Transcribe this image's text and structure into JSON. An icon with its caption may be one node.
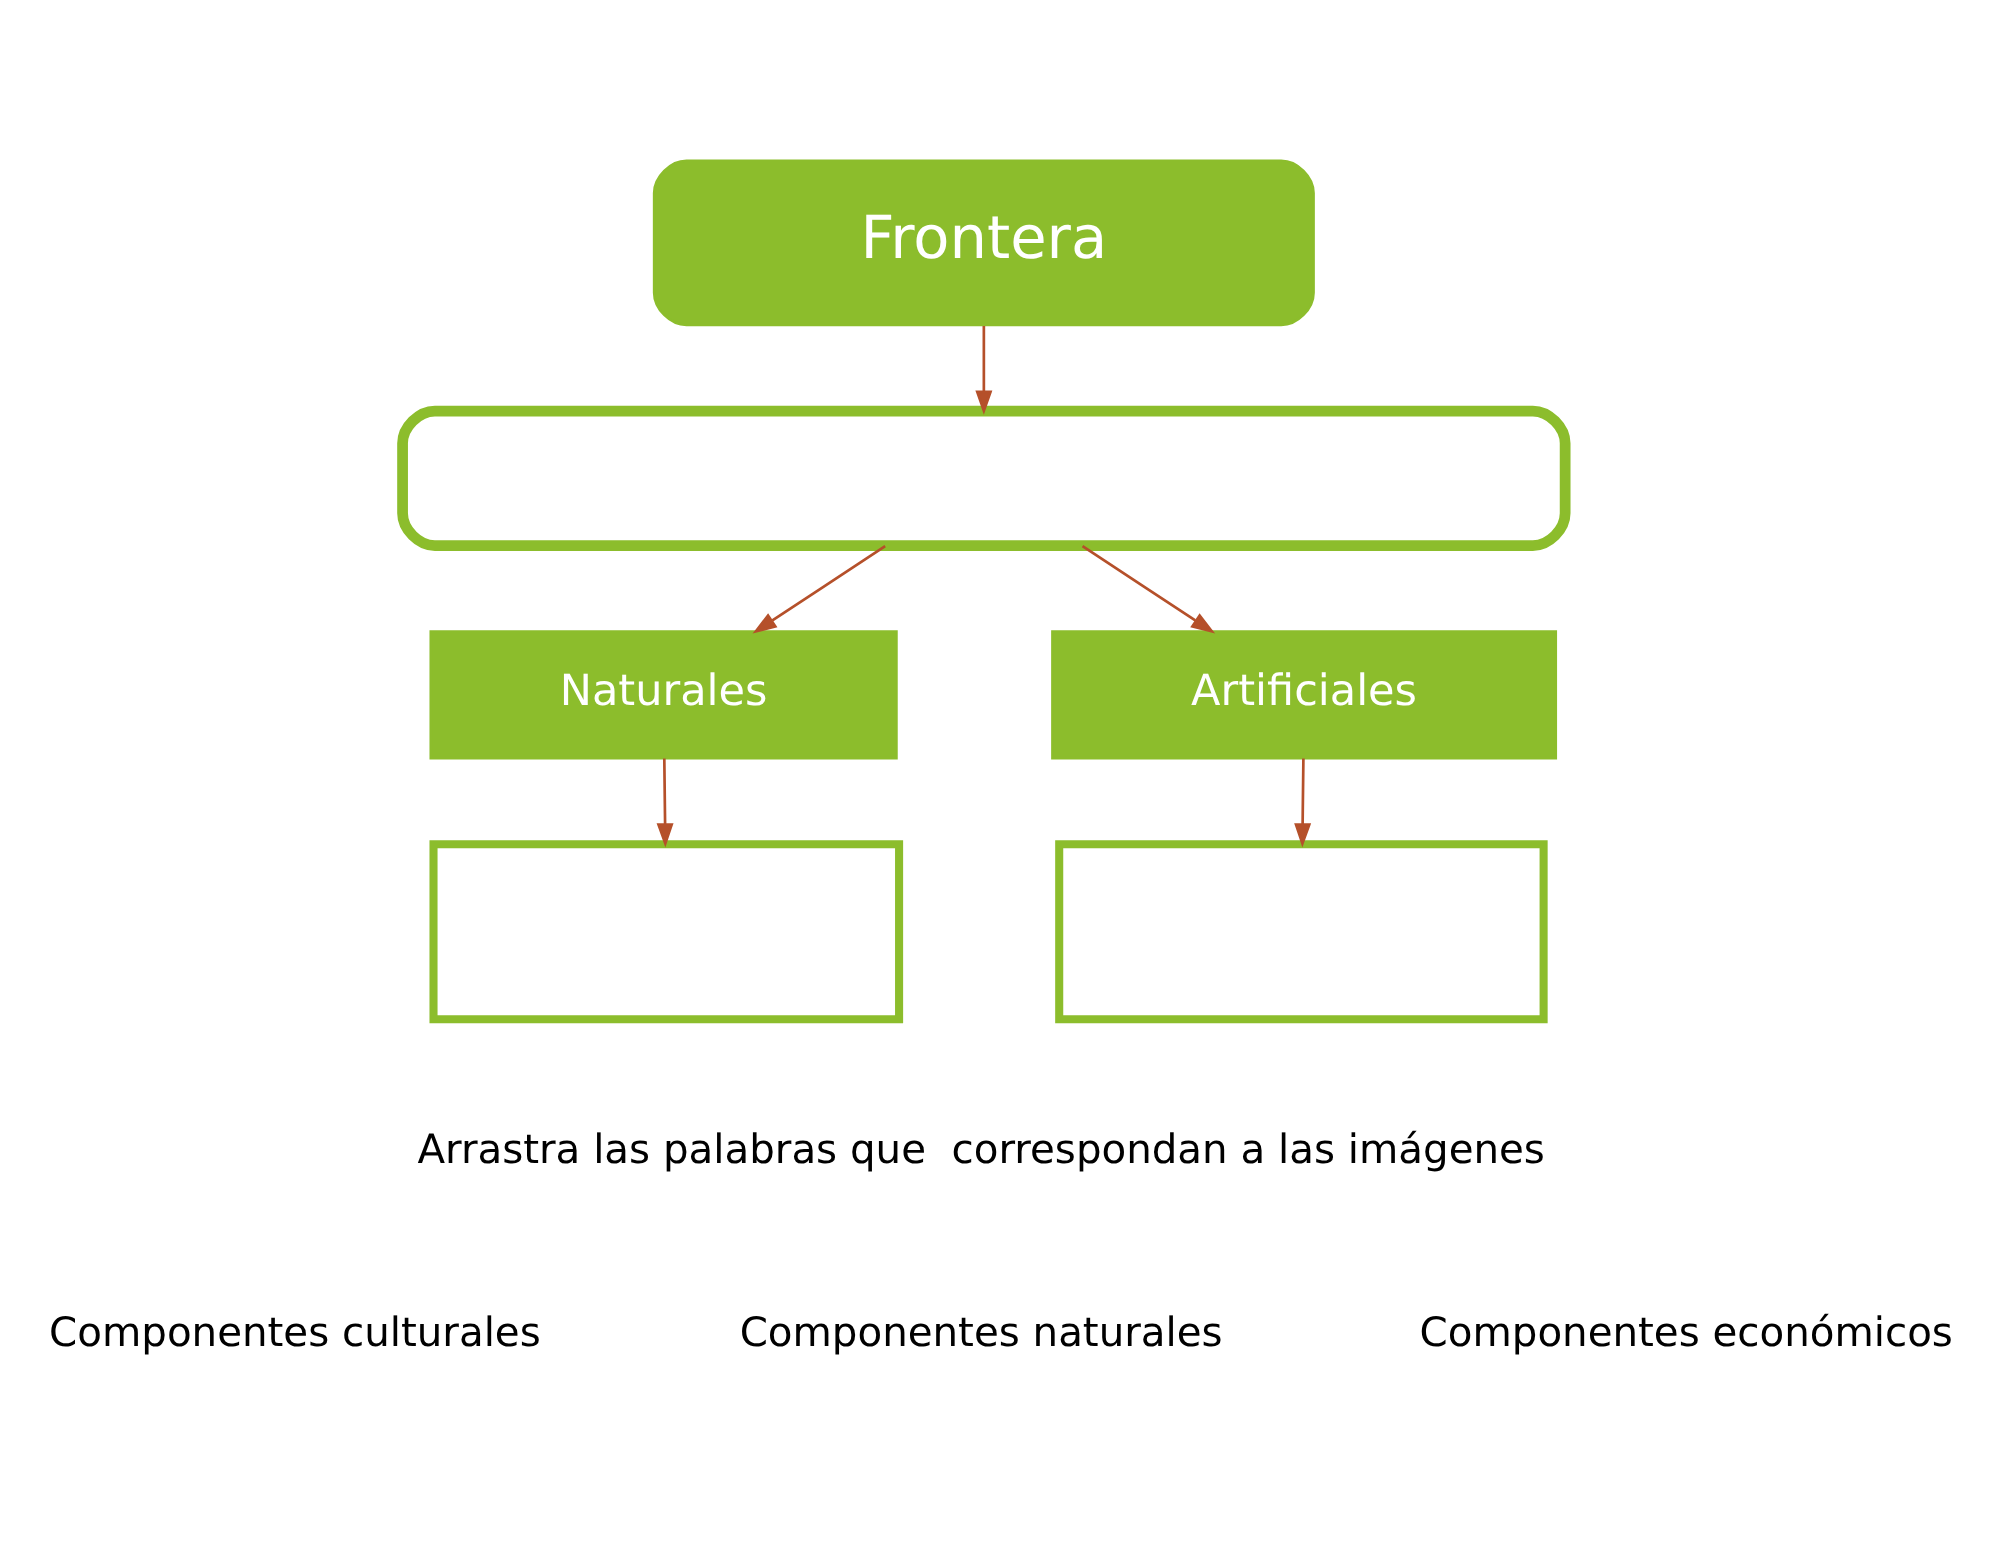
{
  "diagram": {
    "nodes": [
      {
        "text": [
          "Frontera"
        ]
      },
      {
        "text": [],
        "shape": "box"
      },
      {
        "text": [
          "Naturales"
        ]
      },
      {
        "text": [
          "Artificiales"
        ]
      },
      {
        "text": [],
        "shape": "box"
      },
      {
        "text": [],
        "shape": "box"
      }
    ],
    "edges": [
      {
        "from": 0,
        "to": 1,
        "arrow": "to"
      },
      {
        "from": 1,
        "to": 2,
        "arrow": "to"
      },
      {
        "from": 1,
        "to": 3,
        "arrow": "to"
      },
      {
        "from": 2,
        "to": 4,
        "arrow": "to"
      },
      {
        "from": 3,
        "to": 5,
        "arrow": "to"
      }
    ],
    "labels": [
      "Arrastra las palabras que  correspondan a las imágenes",
      "Componentes culturales",
      "Componentes naturales",
      "Componentes económicos"
    ]
  }
}
